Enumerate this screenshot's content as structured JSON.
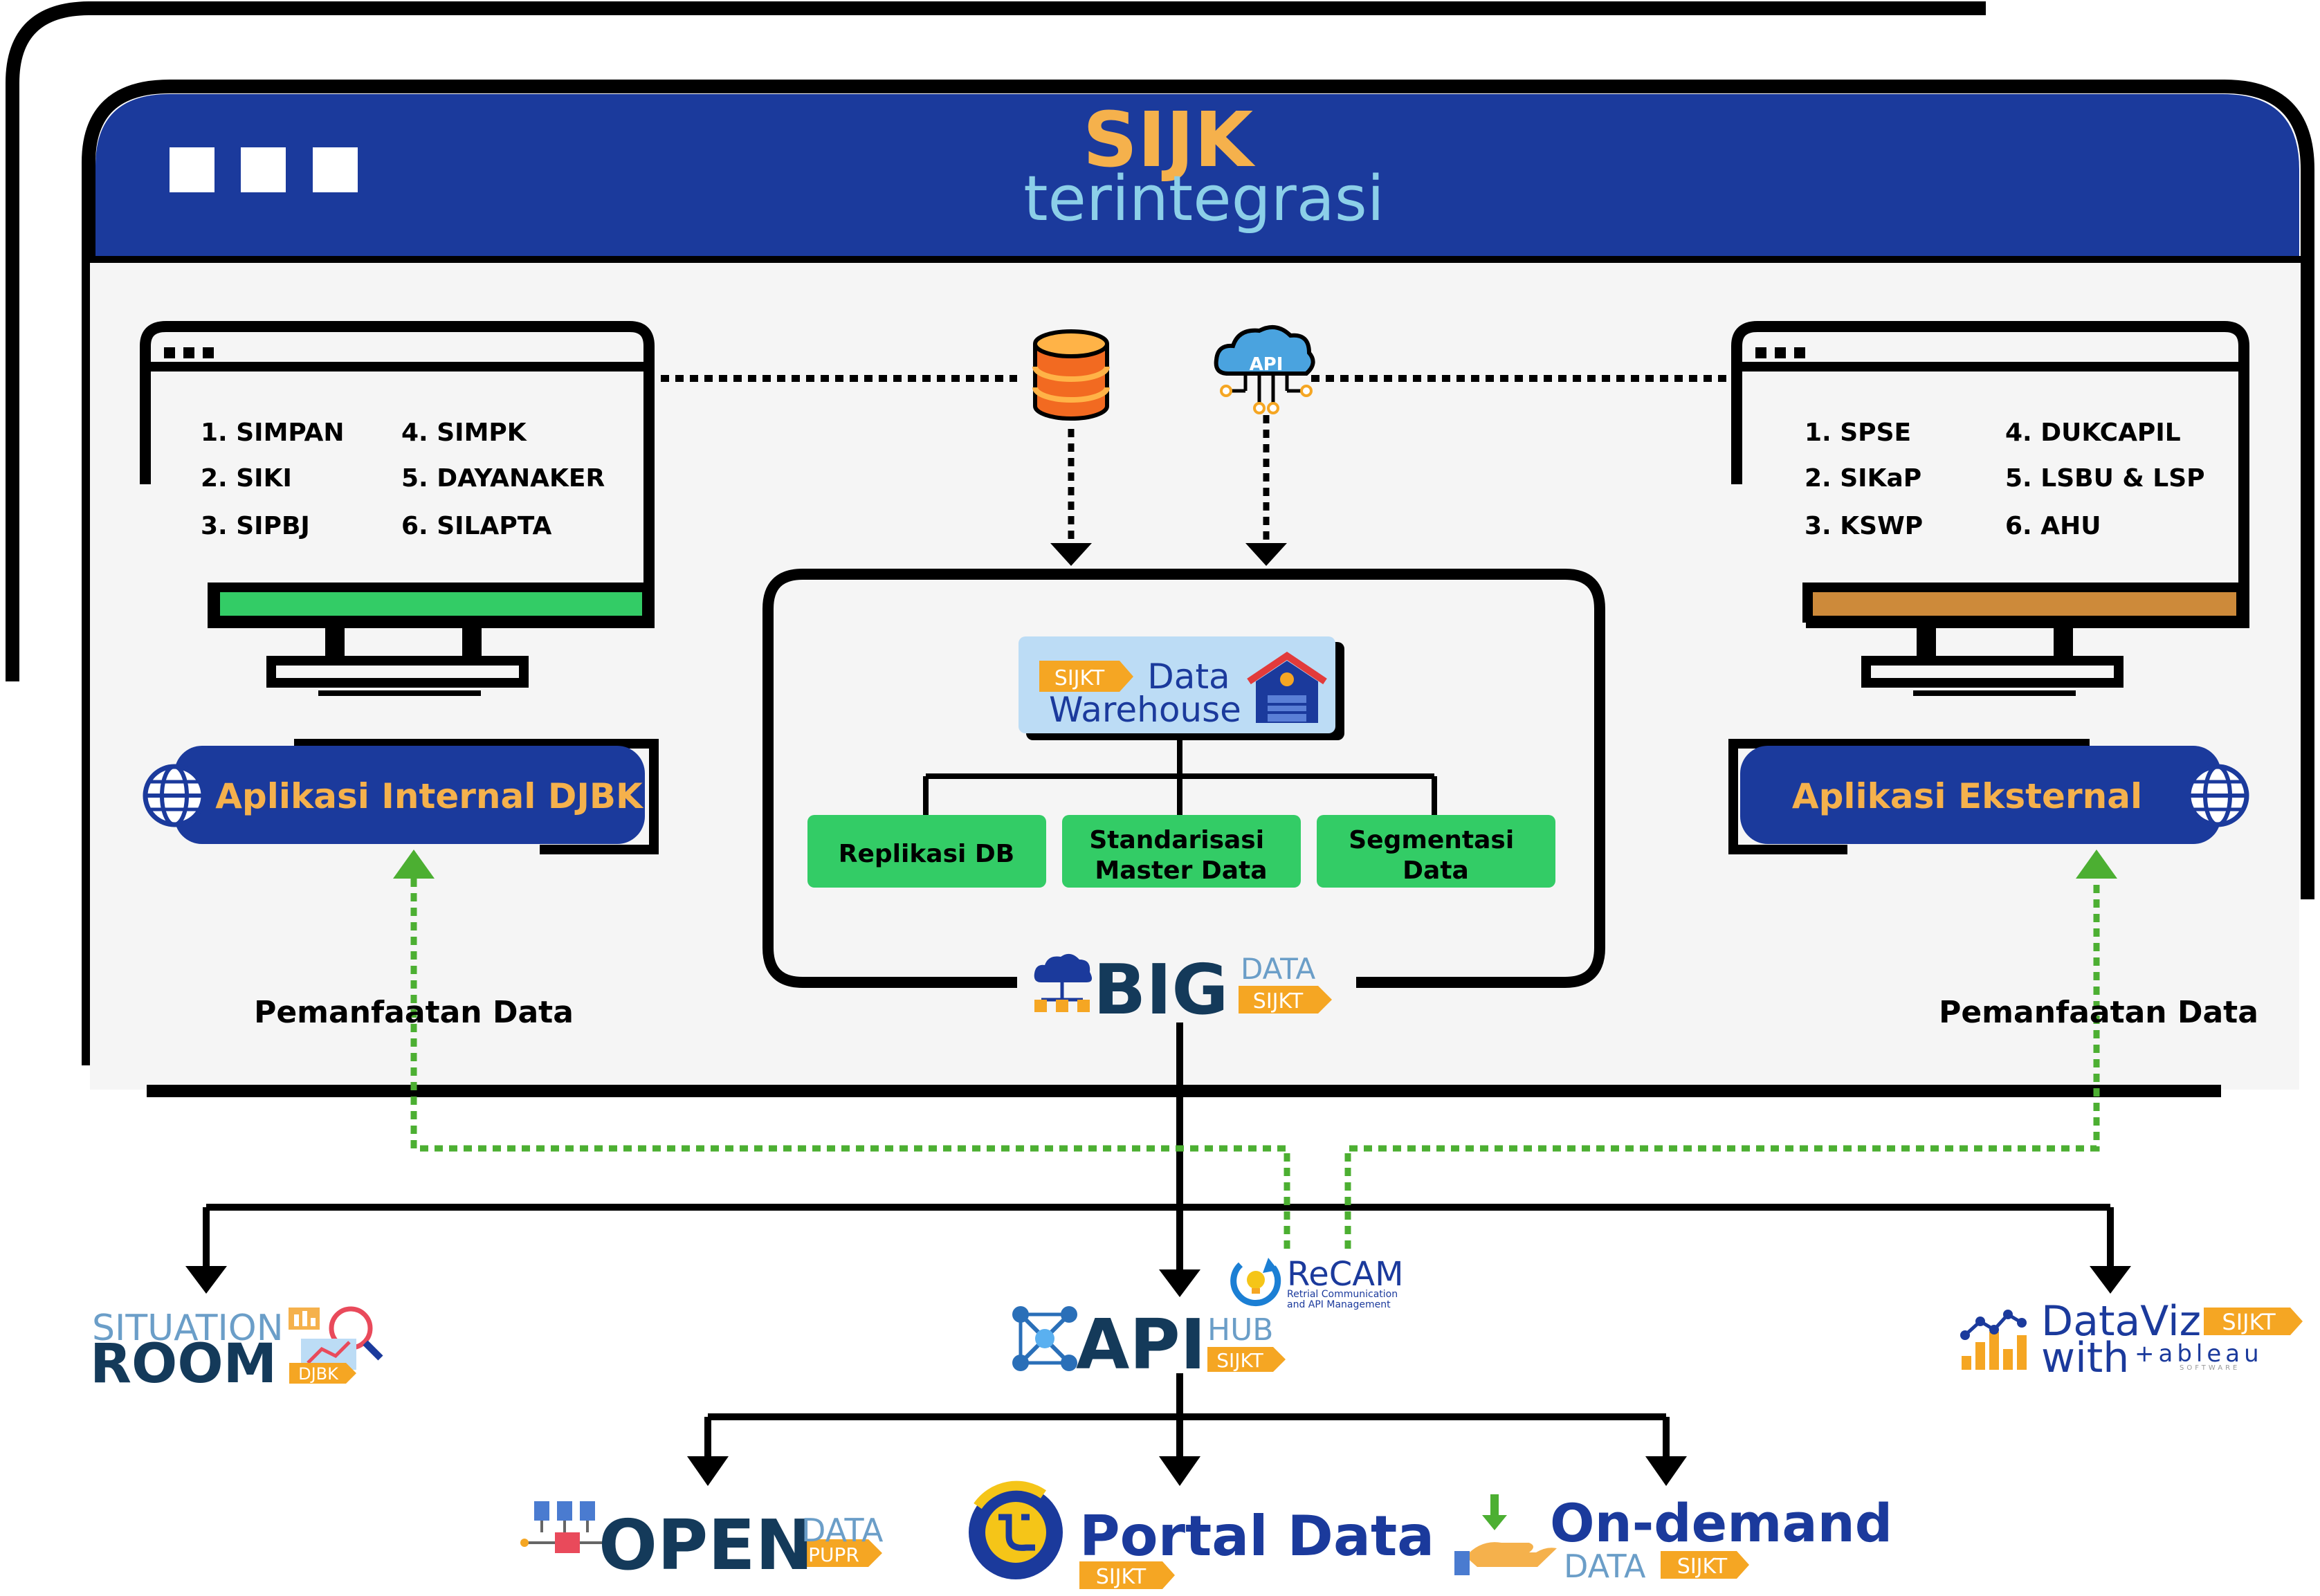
{
  "header": {
    "title": "SIJK",
    "subtitle": "terintegrasi"
  },
  "internal": {
    "items": [
      "1. SIMPAN",
      "2. SIKI",
      "3. SIPBJ",
      "4. SIMPK",
      "5. DAYANAKER",
      "6. SILAPTA"
    ],
    "label": "Aplikasi Internal DJBK",
    "usage": "Pemanfaatan Data"
  },
  "external": {
    "items": [
      "1. SPSE",
      "2. SIKaP",
      "3. KSWP",
      "4. DUKCAPIL",
      "5. LSBU & LSP",
      "6. AHU"
    ],
    "label": "Aplikasi Eksternal",
    "usage": "Pemanfaatan Data"
  },
  "api_cloud": {
    "label": "API"
  },
  "warehouse": {
    "tag": "SIJKT",
    "line1": "Data",
    "line2": "Warehouse",
    "processes": [
      "Replikasi DB",
      "Standarisasi\nMaster Data",
      "Segmentasi\nData"
    ]
  },
  "bigdata": {
    "big": "BIG",
    "data": "DATA",
    "tag": "SIJKT"
  },
  "recam": {
    "title": "ReCAM",
    "sub1": "Retrial Communication",
    "sub2": "and API Management"
  },
  "apihub": {
    "api": "API",
    "hub": "HUB",
    "tag": "SIJKT"
  },
  "situation": {
    "line1": "SITUATION",
    "line2": "ROOM",
    "tag": "DJBK"
  },
  "dataviz": {
    "line1": "DataViz",
    "tag": "SIJKT",
    "line2": "with",
    "brand": "+ableau",
    "brand_sub": "SOFTWARE"
  },
  "opendata": {
    "open": "OPEN",
    "data": "DATA",
    "tag": "PUPR"
  },
  "portal": {
    "title": "Portal Data",
    "tag": "SIJKT"
  },
  "ondemand": {
    "title": "On-demand",
    "data": "DATA",
    "tag": "SIJKT"
  },
  "colors": {
    "navy": "#1b3a9c",
    "orange": "#f5b14c",
    "light_blue": "#8ccfe8",
    "green": "#33cc66",
    "brown": "#cd8a3a",
    "teal_dark": "#143a5a",
    "arrow_green": "#4caf32"
  }
}
